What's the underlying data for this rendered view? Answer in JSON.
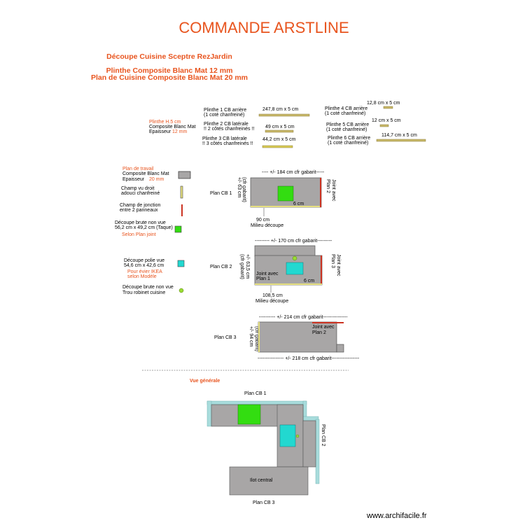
{
  "title": "COMMANDE ARSTLINE",
  "subtitle": "Découpe Cuisine Sceptre RezJardin",
  "heading_line1": "Plinthe Composite Blanc Mat 12 mm",
  "heading_line2": "Plan de Cuisine Composite Blanc Mat 20 mm",
  "plinthe_legend": {
    "title": "Plinthe H.5 cm",
    "material": "Composite Blanc Mat",
    "thickness_label": "Epaisseur",
    "thickness_value": "12 mm"
  },
  "plinthes": [
    {
      "name": "Plinthe 1 CB arrière",
      "note": "(1 coté chanfreiné)",
      "size": "247,8 cm x 5 cm"
    },
    {
      "name": "Plinthe 2 CB latérale",
      "note": "!! 2 côtés chanfreinés !!",
      "size": "49 cm x 5 cm"
    },
    {
      "name": "Plinthe 3 CB latérale",
      "note": "!! 3 côtés chanfreinés !!",
      "size": "44,2 cm x 5 cm"
    },
    {
      "name": "Plinthe 4 CB arrière",
      "note": "(1 coté chanfreiné)",
      "size": "12,8 cm x 5 cm"
    },
    {
      "name": "Plinthe 5 CB arrière",
      "note": "(1 coté chanfreiné)",
      "size": "12 cm x 5 cm"
    },
    {
      "name": "Plinthe 6 CB arrière",
      "note": "(1 coté chanfreiné)",
      "size": "114,7 cm x 5 cm"
    }
  ],
  "legend": {
    "plan_title": "Plan de travail",
    "plan_material": "Composite Blanc Mat",
    "plan_thickness_label": "Epaisseur",
    "plan_thickness_value": "20 mm",
    "champ_vu_1": "Champ vu droit",
    "champ_vu_2": "adouci chanfreiné",
    "champ_jonction_1": "Champ de jonction",
    "champ_jonction_2": "entre 2 panneaux",
    "decoupe_brute_1": "Découpe brute non vue",
    "decoupe_brute_2": "56,2 cm x 49,2 cm (Taque)",
    "decoupe_brute_3": "Selon Plan joint",
    "decoupe_polie_1": "Découpe polie vue",
    "decoupe_polie_2": "54,6 cm  x 42,6 cm",
    "decoupe_polie_3": "Pour évier IKEA",
    "decoupe_polie_4": "selon Modèle",
    "trou_1": "Découpe brute non vue",
    "trou_2": "Trou robinet cuisine"
  },
  "plan_cb1": {
    "label": "Plan CB 1",
    "top_dim": "---- +/- 184 cm cfr gabarit-----",
    "side_dim_1": "+/- 63 cm",
    "side_dim_2": "(cfr gabarit)",
    "joint_1": "Joint avec",
    "joint_2": "Plan 2",
    "offset": "6 cm",
    "milieu_1": "90 cm",
    "milieu_2": "Milieu découpe"
  },
  "plan_cb2": {
    "label": "Plan CB 2",
    "top_dim": "--------- +/- 170 cm cfr gabarit---------",
    "side_dim_1": "+/- 63,5 cm",
    "side_dim_2": "(cfr gabarit)",
    "joint_right_1": "Joint avec",
    "joint_right_2": "Plan 3",
    "joint_left_1": "Joint avec",
    "joint_left_2": "Plan 1",
    "offset": "6 cm",
    "milieu_1": "108,5 cm",
    "milieu_2": "Milieu découpe"
  },
  "plan_cb3": {
    "label": "Plan CB 3",
    "top_dim": "---------- +/- 214 cm cfr gabarit---------------",
    "bottom_dim": "---------------- +/- 218 cm cfr gabarit-----------------",
    "side_dim_1": "+/- 94 cm",
    "side_dim_2": "(cfr gabarit)",
    "joint_1": "Joint avec",
    "joint_2": "Plan 2"
  },
  "vue": {
    "title": "Vue générale",
    "plan_cb1": "Plan CB 1",
    "plan_cb2": "Plan CB 2",
    "plan_cb3": "Plan CB 3",
    "ilot": "Ilot central"
  },
  "watermark": "www.archifacile.fr",
  "colors": {
    "accent": "#e8541e",
    "counter": "#a8a6a6",
    "hob": "#33dd11",
    "sink": "#22d8d0",
    "edge_red": "#cc3322",
    "plinthe": "#c9b96a",
    "wall": "#a8dcdc"
  }
}
